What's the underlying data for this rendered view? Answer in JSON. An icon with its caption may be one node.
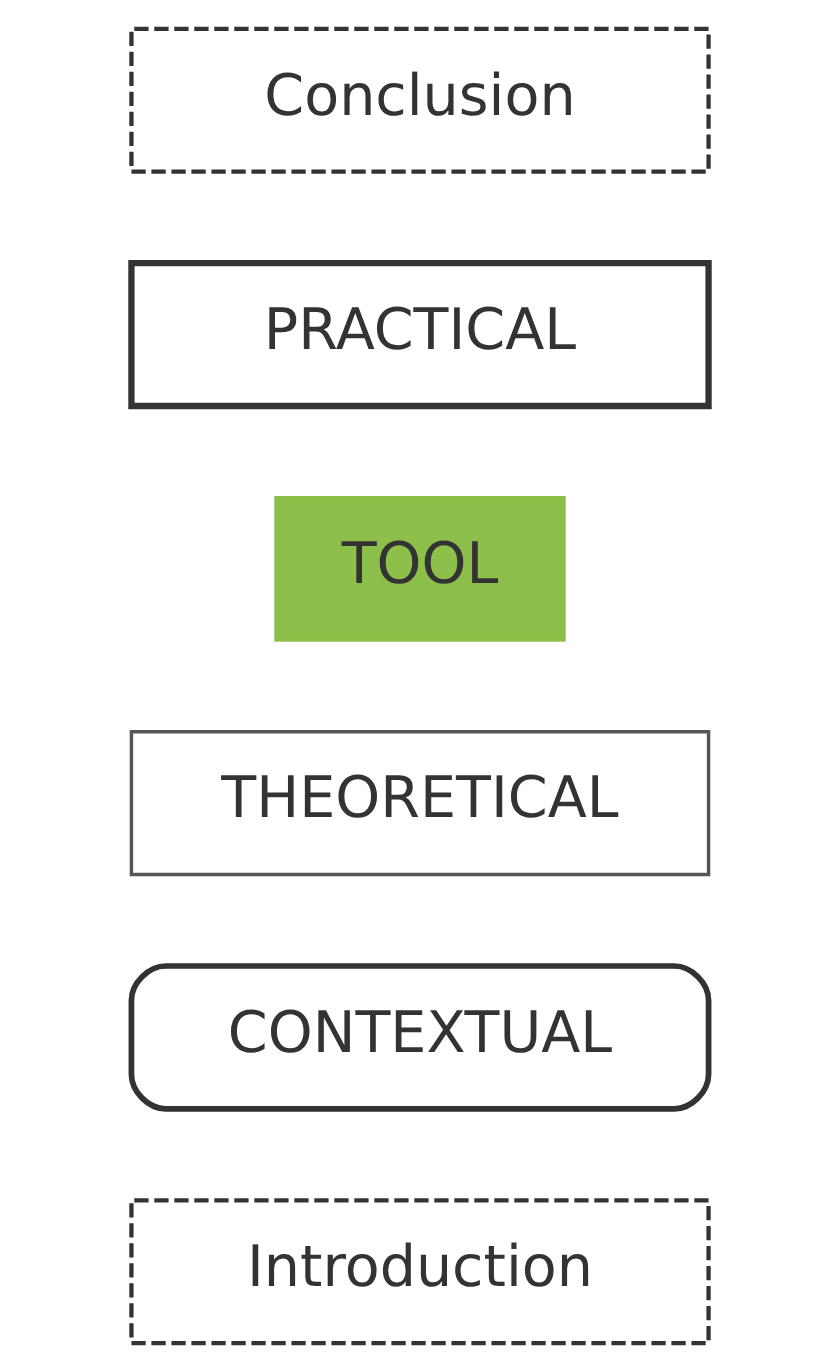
{
  "diagram": {
    "nodes": [
      {
        "text": [
          "Introduction"
        ]
      },
      {
        "text": [
          "CONTEXTUAL"
        ]
      },
      {
        "text": [
          "THEORETICAL"
        ]
      },
      {
        "text": [
          "TOOL"
        ]
      },
      {
        "text": [
          "PRACTICAL"
        ]
      },
      {
        "text": [
          "Conclusion"
        ]
      }
    ]
  }
}
